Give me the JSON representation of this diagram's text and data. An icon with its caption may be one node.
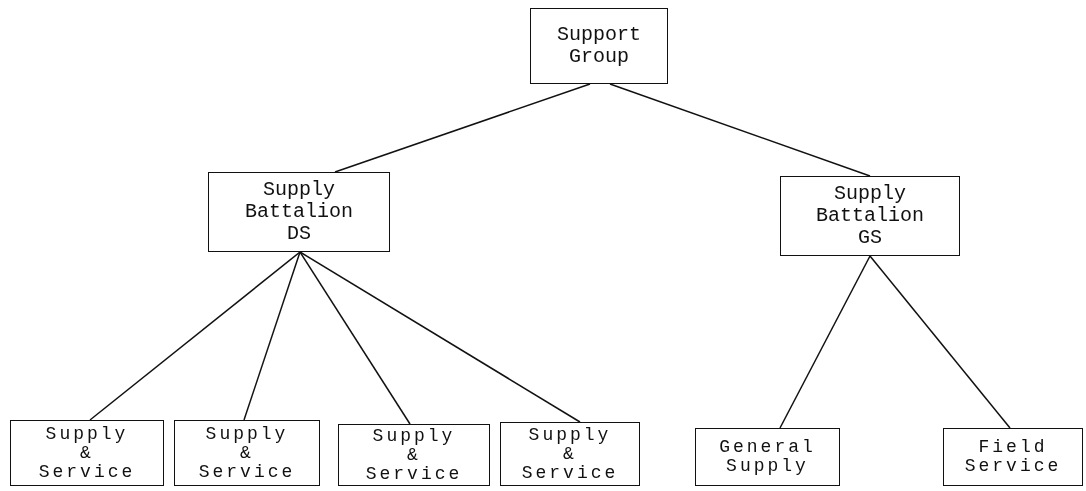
{
  "diagram": {
    "nodes": [
      {
        "text": [
          "Support Group"
        ]
      },
      {
        "text": [
          "Supply Battalion DS"
        ]
      },
      {
        "text": [
          "Supply Battalion GS"
        ]
      },
      {
        "text": [
          "Supply & Service"
        ]
      },
      {
        "text": [
          "Supply & Service"
        ]
      },
      {
        "text": [
          "Supply & Service"
        ]
      },
      {
        "text": [
          "Supply & Service"
        ]
      },
      {
        "text": [
          "General Supply"
        ]
      },
      {
        "text": [
          "Field Service"
        ]
      }
    ],
    "edges": [
      {
        "from": 0,
        "to": 1,
        "arrow": "none"
      },
      {
        "from": 0,
        "to": 2,
        "arrow": "none"
      },
      {
        "from": 1,
        "to": 3,
        "arrow": "none"
      },
      {
        "from": 1,
        "to": 4,
        "arrow": "none"
      },
      {
        "from": 1,
        "to": 5,
        "arrow": "none"
      },
      {
        "from": 1,
        "to": 6,
        "arrow": "none"
      },
      {
        "from": 2,
        "to": 7,
        "arrow": "none"
      },
      {
        "from": 2,
        "to": 8,
        "arrow": "none"
      }
    ]
  }
}
